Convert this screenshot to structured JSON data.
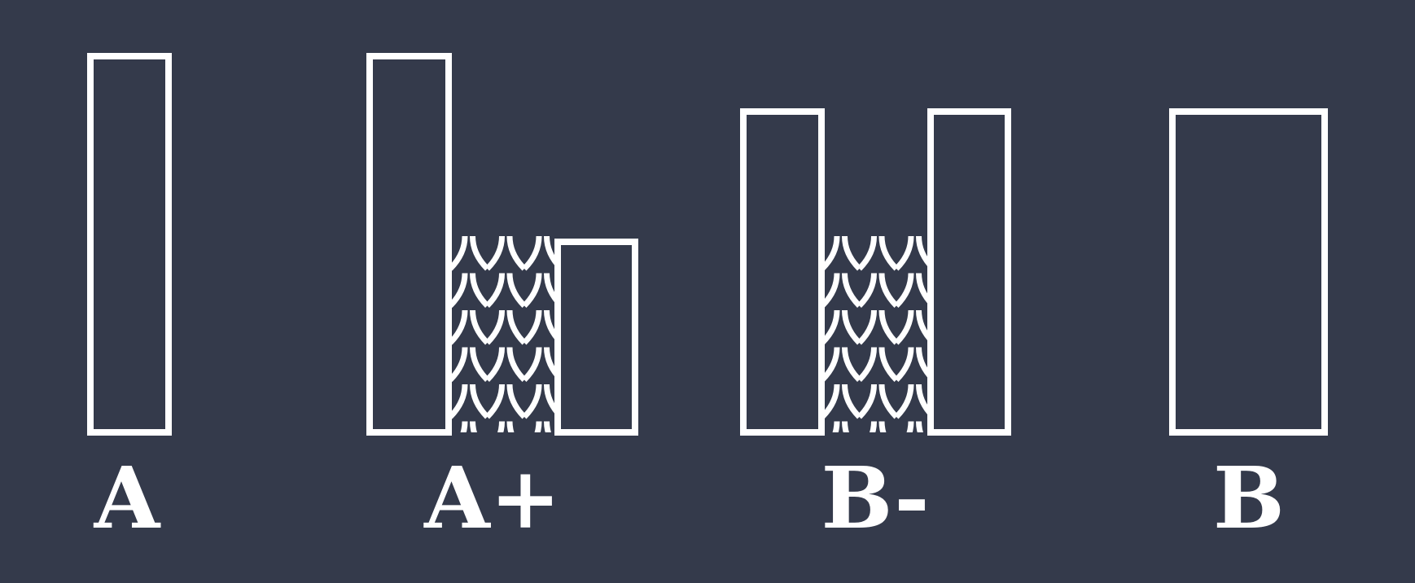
{
  "colors": {
    "background": "#343a4b",
    "stroke": "#ffffff"
  },
  "labels": {
    "a": "A",
    "a_plus": "A+",
    "b_minus": "B-",
    "b": "B"
  },
  "icons": {
    "water": "fish-scale-wave-pattern"
  }
}
